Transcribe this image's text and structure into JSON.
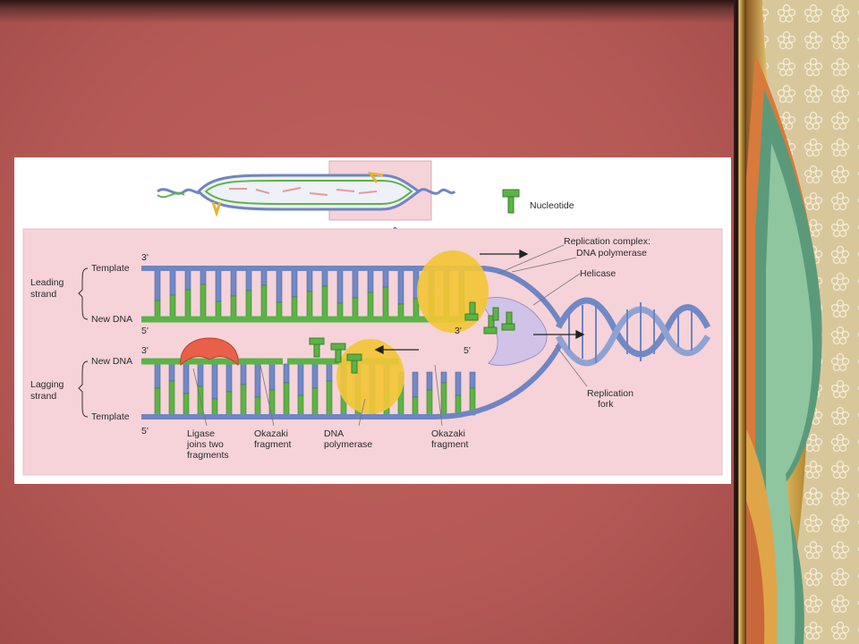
{
  "diagram": {
    "nucleotide_label": "Nucleotide",
    "replication_complex_label": "Replication complex:",
    "dna_polymerase_label": "DNA polymerase",
    "helicase_label": "Helicase",
    "replication_fork_line1": "Replication",
    "replication_fork_line2": "fork",
    "leading_strand_line1": "Leading",
    "leading_strand_line2": "strand",
    "lagging_strand_line1": "Lagging",
    "lagging_strand_line2": "strand",
    "template_label": "Template",
    "new_dna_label": "New DNA",
    "three_prime": "3'",
    "five_prime": "5'",
    "ligase_line1": "Ligase",
    "ligase_line2": "joins two",
    "ligase_line3": "fragments",
    "okazaki_line1": "Okazaki",
    "okazaki_line2": "fragment",
    "bottom_polymerase_line1": "DNA",
    "bottom_polymerase_line2": "polymerase"
  },
  "colors": {
    "slide_background": "#b75c5a",
    "template_strand": "#7189c6",
    "new_strand": "#5cb346",
    "polymerase": "#f2c637",
    "ligase": "#e8604a",
    "diagram_panel": "#f5d3d9"
  },
  "icons": {
    "nucleotide": "nucleotide-icon",
    "arrow": "direction-arrow-icon"
  }
}
